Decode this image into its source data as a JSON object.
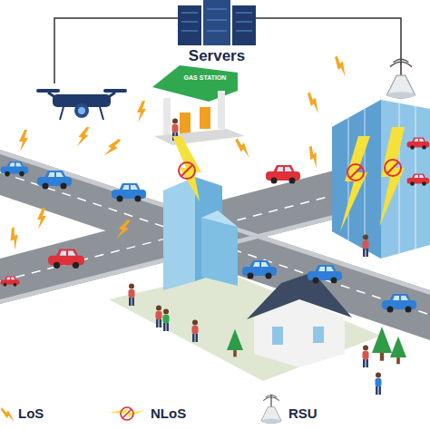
{
  "diagram": {
    "nodes": [
      {
        "text": [
          "Servers"
        ]
      },
      {
        "text": [
          "GAS STATION"
        ]
      }
    ],
    "legend": [
      {
        "text": "LoS"
      },
      {
        "text": "NLoS"
      },
      {
        "text": "RSU"
      }
    ]
  }
}
